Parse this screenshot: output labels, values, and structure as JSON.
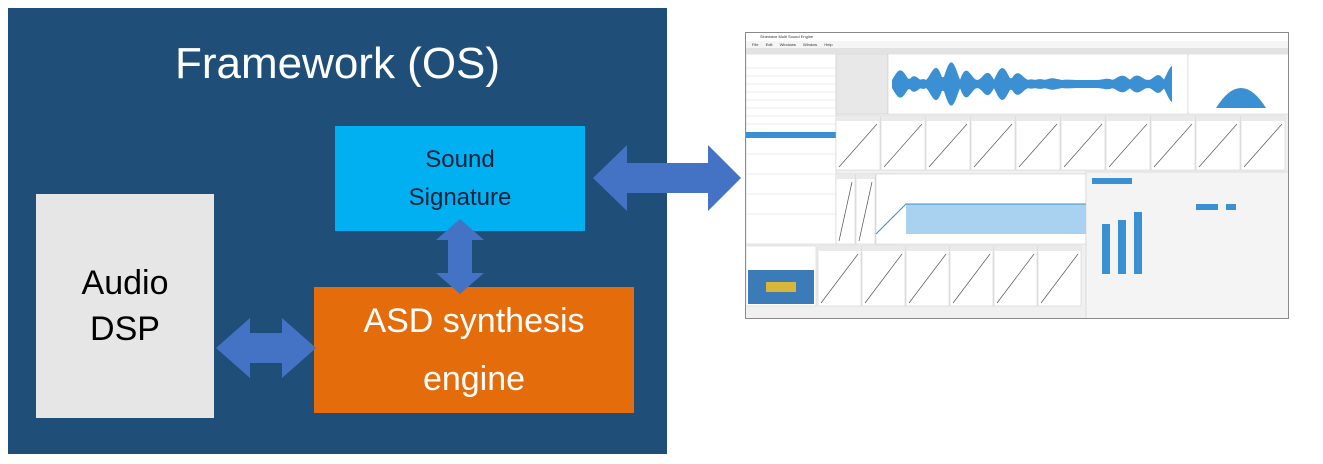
{
  "framework": {
    "title": "Framework (OS)"
  },
  "boxes": {
    "audio_dsp": {
      "line1": "Audio",
      "line2": "DSP"
    },
    "sound_signature": {
      "line1": "Sound",
      "line2": "Signature"
    },
    "asd_engine": {
      "line1": "ASD synthesis",
      "line2": "engine"
    }
  },
  "screenshot": {
    "title": "Sinewave Multi Sound Engine",
    "menu": [
      "File",
      "Edit",
      "Windows",
      "Window",
      "Help"
    ]
  },
  "colors": {
    "framework_bg": "#1f4e79",
    "audio_dsp": "#e7e6e6",
    "sound_signature": "#00b0f0",
    "asd_engine": "#e46c0a",
    "arrow": "#4472c4"
  }
}
